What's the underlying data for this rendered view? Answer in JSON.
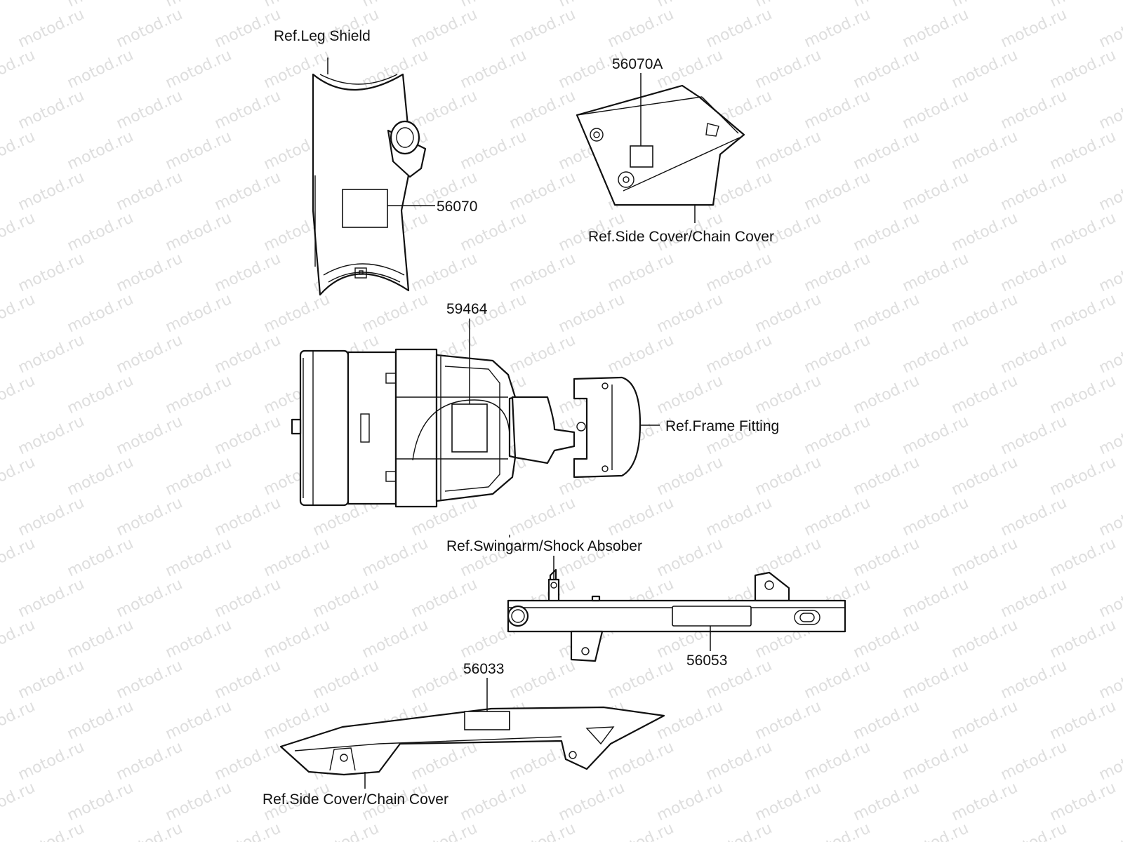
{
  "watermark": {
    "text": "motod.ru",
    "color": "#dedede"
  },
  "callouts": {
    "leg_shield_ref": "Ref.Leg Shield",
    "part_56070": "56070",
    "part_56070a": "56070A",
    "side_cover_ref_top": "Ref.Side Cover/Chain Cover",
    "part_59464": "59464",
    "frame_fitting_ref": "Ref.Frame Fitting",
    "swingarm_ref": "Ref.Swingarm/Shock Absober",
    "part_56053": "56053",
    "part_56033": "56033",
    "side_cover_ref_bottom": "Ref.Side Cover/Chain Cover"
  }
}
